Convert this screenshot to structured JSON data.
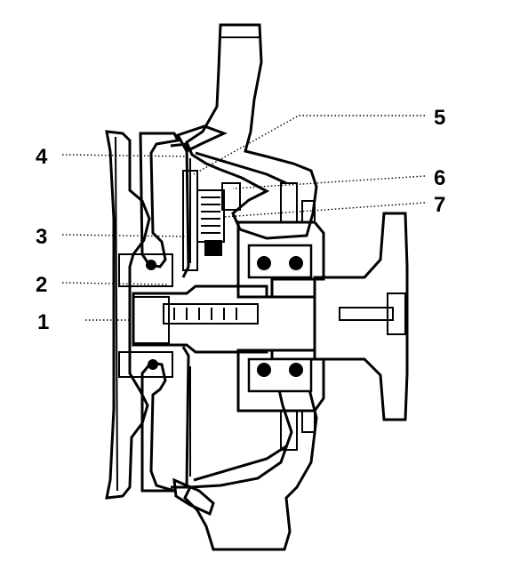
{
  "diagram": {
    "callouts": [
      {
        "id": "1",
        "text": "1"
      },
      {
        "id": "2",
        "text": "2"
      },
      {
        "id": "3",
        "text": "3"
      },
      {
        "id": "4",
        "text": "4"
      },
      {
        "id": "5",
        "text": "5"
      },
      {
        "id": "6",
        "text": "6"
      },
      {
        "id": "7",
        "text": "7"
      }
    ]
  },
  "colors": {
    "ink": "#000000",
    "paper": "#ffffff"
  }
}
